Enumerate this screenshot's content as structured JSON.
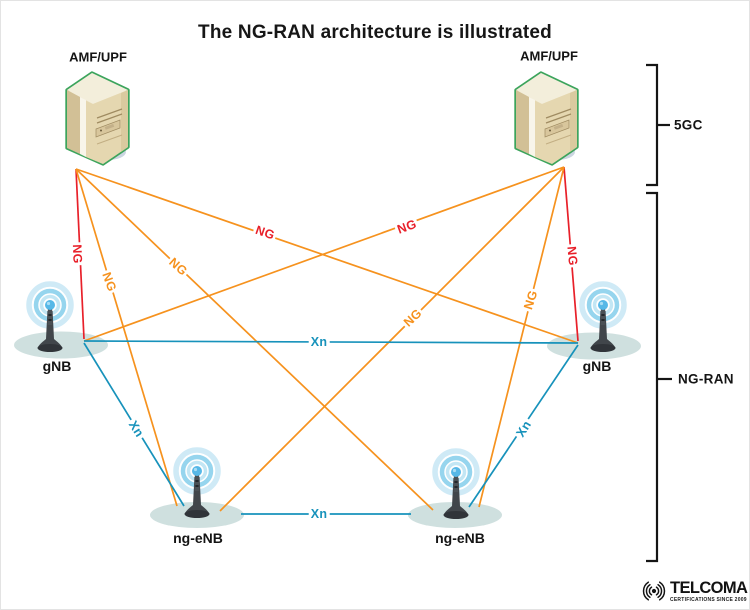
{
  "title": "The NG-RAN architecture is illustrated",
  "core": {
    "left": {
      "label": "AMF/UPF"
    },
    "right": {
      "label": "AMF/UPF"
    }
  },
  "ran": {
    "gnb_left": {
      "label": "gNB"
    },
    "gnb_right": {
      "label": "gNB"
    },
    "ngenb_left": {
      "label": "ng-eNB"
    },
    "ngenb_right": {
      "label": "ng-eNB"
    }
  },
  "links": [
    {
      "label": "NG",
      "from": "amf-upf-left",
      "to": "gnb-left",
      "line_color": "#e8202a",
      "label_color": "#e8202a"
    },
    {
      "label": "NG",
      "from": "amf-upf-right",
      "to": "gnb-right",
      "line_color": "#e8202a",
      "label_color": "#e8202a"
    },
    {
      "label": "NG",
      "from": "amf-upf-left",
      "to": "gnb-right",
      "line_color": "#f6921e",
      "label_color": "#e8202a"
    },
    {
      "label": "NG",
      "from": "amf-upf-right",
      "to": "gnb-left",
      "line_color": "#f6921e",
      "label_color": "#e8202a"
    },
    {
      "label": "NG",
      "from": "amf-upf-left",
      "to": "ng-enb-left",
      "line_color": "#f6921e",
      "label_color": "#f6921e"
    },
    {
      "label": "NG",
      "from": "amf-upf-left",
      "to": "ng-enb-right",
      "line_color": "#f6921e",
      "label_color": "#f6921e"
    },
    {
      "label": "NG",
      "from": "amf-upf-right",
      "to": "ng-enb-left",
      "line_color": "#f6921e",
      "label_color": "#f6921e"
    },
    {
      "label": "NG",
      "from": "amf-upf-right",
      "to": "ng-enb-right",
      "line_color": "#f6921e",
      "label_color": "#f6921e"
    },
    {
      "label": "Xn",
      "from": "gnb-left",
      "to": "gnb-right",
      "line_color": "#1792bb",
      "label_color": "#1792bb"
    },
    {
      "label": "Xn",
      "from": "ng-enb-left",
      "to": "ng-enb-right",
      "line_color": "#1792bb",
      "label_color": "#1792bb"
    },
    {
      "label": "Xn",
      "from": "gnb-left",
      "to": "ng-enb-left",
      "line_color": "#1792bb",
      "label_color": "#1792bb"
    },
    {
      "label": "Xn",
      "from": "gnb-right",
      "to": "ng-enb-right",
      "line_color": "#1792bb",
      "label_color": "#1792bb"
    }
  ],
  "brackets": {
    "top": {
      "label": "5GC"
    },
    "bottom": {
      "label": "NG-RAN"
    }
  },
  "logo": {
    "name": "TELCOMA",
    "tagline": "CERTIFICATIONS SINCE 2009"
  },
  "colors": {
    "ng_interface_red": "#e8202a",
    "ng_interface_orange": "#f6921e",
    "xn_interface_blue": "#1792bb",
    "server_outline_green": "#3ca45c",
    "platform_teal": "#cfe0df"
  }
}
